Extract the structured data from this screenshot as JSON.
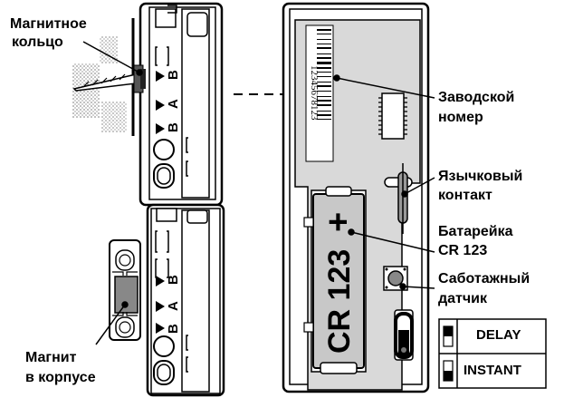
{
  "labels": {
    "magnet_ring_line1": "Магнитное",
    "magnet_ring_line2": "кольцо",
    "factory_number_line1": "Заводской",
    "factory_number_line2": "номер",
    "reed_line1": "Язычковый",
    "reed_line2": "контакт",
    "battery_line1": "Батарейка",
    "battery_line2": "CR 123",
    "tamper_line1": "Саботажный",
    "tamper_line2": "датчик",
    "magnet_case_line1": "Магнит",
    "magnet_case_line2": "в корпусе"
  },
  "battery_text": "CR 123",
  "battery_plus": "+",
  "serial_number": "12345678123",
  "slot_letters": [
    "B",
    "A",
    "B"
  ],
  "modes": {
    "delay": "DELAY",
    "instant": "INSTANT"
  },
  "colors": {
    "line": "#000000",
    "panel_fill": "#d9d9d9",
    "battery_fill": "#c8c8c8",
    "hatch": "#999999"
  }
}
